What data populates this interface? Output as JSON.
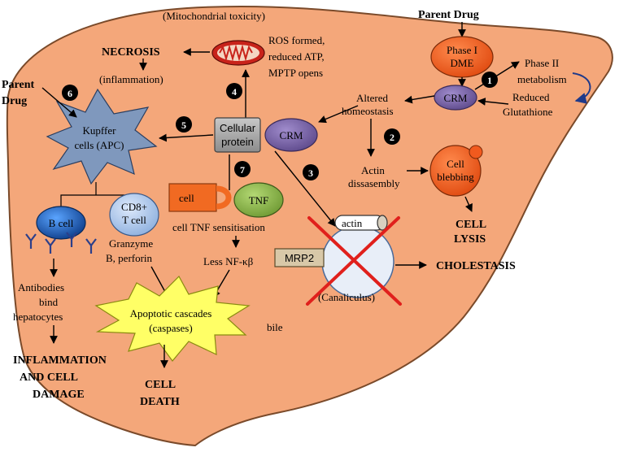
{
  "labels": {
    "parent_drug_top": "Parent Drug",
    "parent_drug_left_1": "Parent",
    "parent_drug_left_2": "Drug",
    "phase1_1": "Phase I",
    "phase1_2": "DME",
    "crm_top": "CRM",
    "phase2_1": "Phase II",
    "phase2_2": "metabolism",
    "reduced_1": "Reduced",
    "reduced_2": "Glutathione",
    "altered_1": "Altered",
    "altered_2": "homeostasis",
    "mito_toxicity": "(Mitochondrial toxicity)",
    "ros_1": "ROS formed,",
    "ros_2": "reduced ATP,",
    "ros_3": "MPTP opens",
    "necrosis": "NECROSIS",
    "inflammation": "(inflammation)",
    "kupffer_1": "Kupffer",
    "kupffer_2": "cells (APC)",
    "cellular_1": "Cellular",
    "cellular_2": "protein",
    "crm_mid": "CRM",
    "actin_dis_1": "Actin",
    "actin_dis_2": "dissasembly",
    "cell_blebbing_1": "Cell",
    "cell_blebbing_2": "blebbing",
    "cell_lysis_1": "CELL",
    "cell_lysis_2": "LYSIS",
    "cell_box": "cell",
    "tnf": "TNF",
    "tnf_sens": "cell TNF sensitisation",
    "less_nfkb": "Less NF-κβ",
    "b_cell": "B cell",
    "cd8_1": "CD8+",
    "cd8_2": "T cell",
    "granzyme_1": "Granzyme",
    "granzyme_2": "B, perforin",
    "antibodies_1": "Antibodies",
    "antibodies_2": "bind",
    "antibodies_3": "hepatocytes",
    "inflam_damage_1": "INFLAMMATION",
    "inflam_damage_2": "AND CELL",
    "inflam_damage_3": "DAMAGE",
    "apoptotic_1": "Apoptotic cascades",
    "apoptotic_2": "(caspases)",
    "cell_death_1": "CELL",
    "cell_death_2": "DEATH",
    "actin": "actin",
    "mrp2": "MRP2",
    "canaliculus": "(Canaliculus)",
    "cholestasis": "CHOLESTASIS",
    "bile": "bile"
  },
  "numbers": [
    "1",
    "2",
    "3",
    "4",
    "5",
    "6",
    "7"
  ],
  "colors": {
    "liver": "#f4a77a",
    "liver_stroke": "#7a4a2a",
    "orange_node": "#f15a1e",
    "crm": "#7f6aa8",
    "gray_box": "#a8a8a8",
    "kupffer": "#7f98bd",
    "b_cell": "#1f5fb5",
    "t_cell": "#a9c4ea",
    "tnf": "#8ab14a",
    "cell_box": "#f16a22",
    "starburst": "#ffff66",
    "mrp2": "#d8c8a8",
    "red_x": "#e0201c",
    "badge": "#000000",
    "blue_arrow": "#1f3a8a"
  }
}
